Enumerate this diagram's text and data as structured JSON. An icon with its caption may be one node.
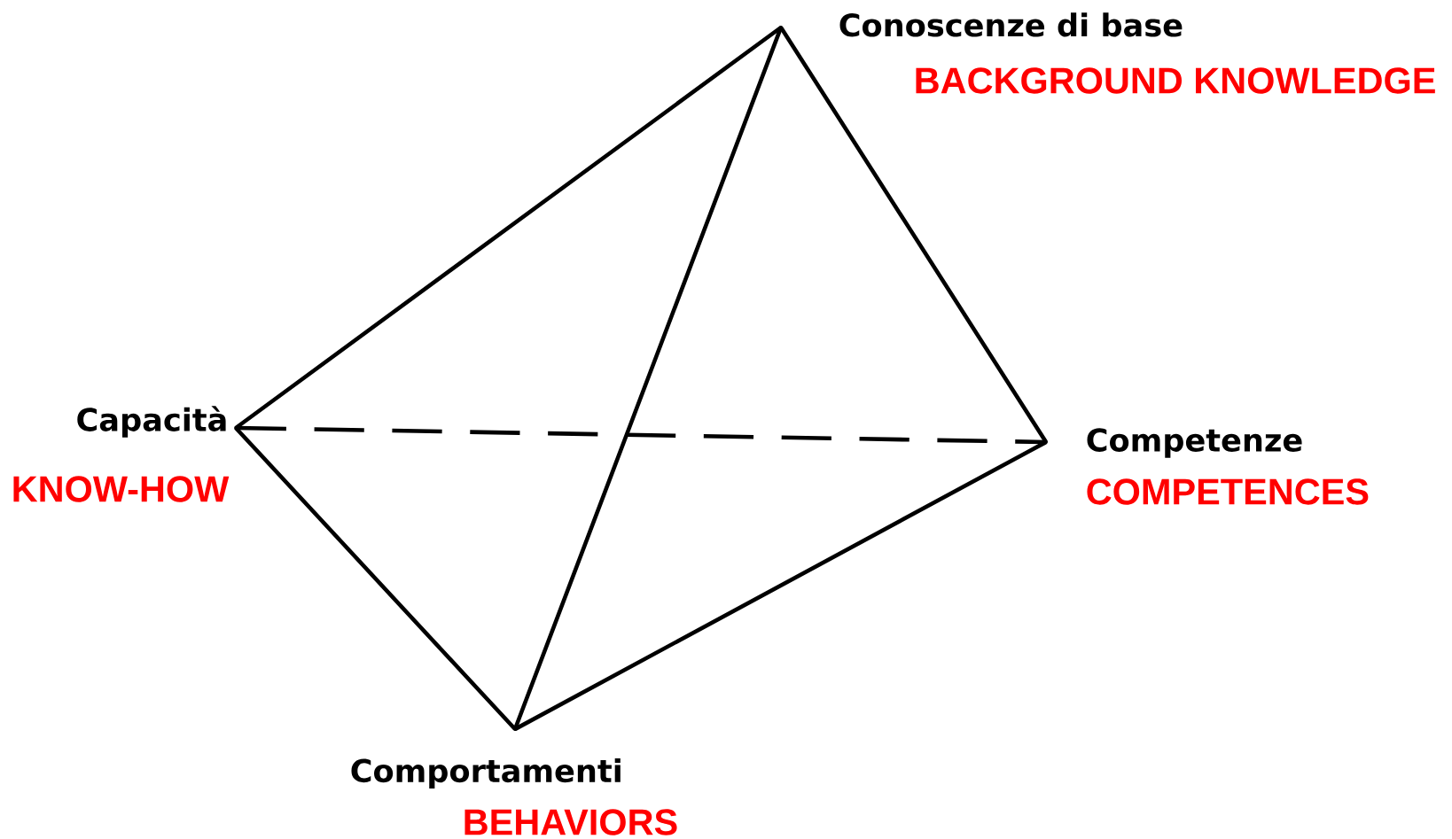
{
  "diagram": {
    "nodes": [
      {
        "text": [
          "Conoscenze di base",
          "BACKGROUND KNOWLEDGE"
        ]
      },
      {
        "text": [
          "Capacità",
          "KNOW-HOW"
        ]
      },
      {
        "text": [
          "Competenze",
          "COMPETENCES"
        ]
      },
      {
        "text": [
          "Comportamenti",
          "BEHAVIORS"
        ]
      }
    ],
    "edges": [
      {
        "from": 0,
        "to": 1,
        "arrow": "none"
      },
      {
        "from": 0,
        "to": 2,
        "arrow": "none"
      },
      {
        "from": 0,
        "to": 3,
        "arrow": "none"
      },
      {
        "from": 1,
        "to": 3,
        "arrow": "none"
      },
      {
        "from": 3,
        "to": 2,
        "arrow": "none"
      },
      {
        "from": 1,
        "to": 2,
        "arrow": "none",
        "style": "dashed"
      }
    ]
  }
}
